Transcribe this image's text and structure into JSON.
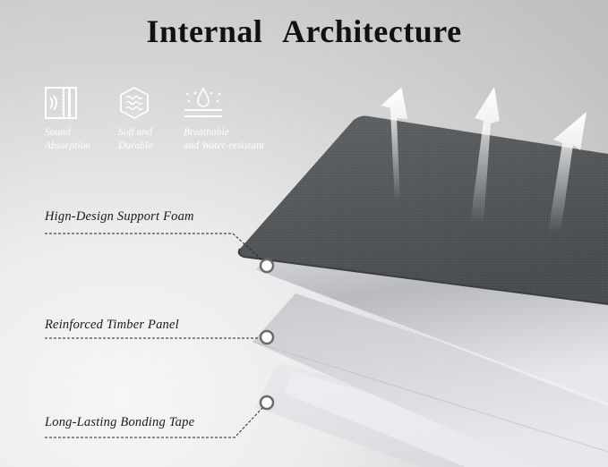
{
  "title": "Internal   Architecture",
  "features": [
    {
      "icon": "sound-absorption-icon",
      "line1": "Sound",
      "line2": "Absorption"
    },
    {
      "icon": "waves-hexagon-icon",
      "line1": "Soft and",
      "line2": "Durable"
    },
    {
      "icon": "breathable-droplet-icon",
      "line1": "Breathable",
      "line2": "and Water-resistant"
    }
  ],
  "layers": [
    {
      "label": "Hign-Design Support Foam"
    },
    {
      "label": "Reinforced Timber Panel"
    },
    {
      "label": "Long-Lasting Bonding Tape"
    }
  ],
  "colors": {
    "fabric": "#55585b",
    "foam": "#d9d9dd",
    "panel": "#cfd0d4",
    "tape": "#e6e6ea",
    "title": "#111111"
  }
}
